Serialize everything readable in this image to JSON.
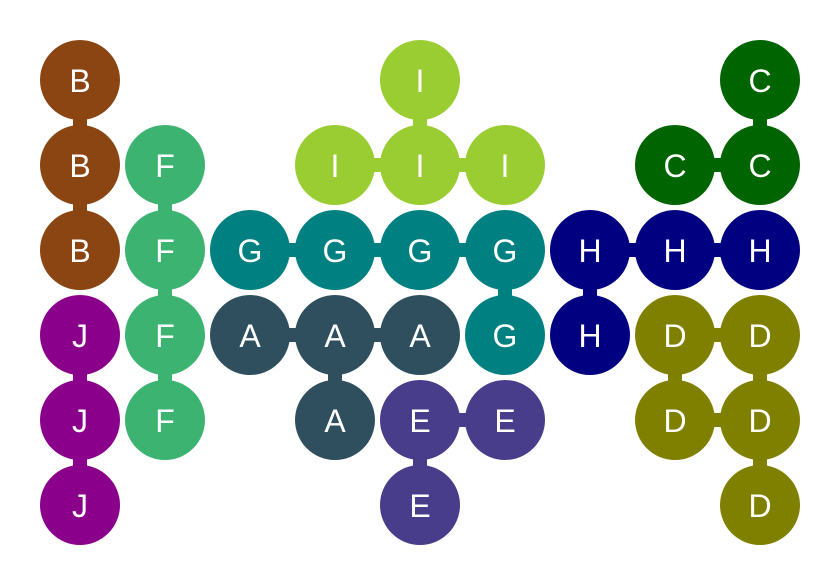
{
  "grid": {
    "columns": 9,
    "rows": 6
  },
  "pieces": [
    {
      "id": "B",
      "color": "#8B4513",
      "cells": [
        [
          0,
          0
        ],
        [
          0,
          1
        ],
        [
          0,
          2
        ]
      ],
      "links": [
        [
          0,
          1
        ],
        [
          1,
          2
        ]
      ]
    },
    {
      "id": "I",
      "color": "#9ACD32",
      "cells": [
        [
          4,
          0
        ],
        [
          3,
          1
        ],
        [
          4,
          1
        ],
        [
          5,
          1
        ]
      ],
      "links": [
        [
          0,
          2
        ],
        [
          1,
          2
        ],
        [
          2,
          3
        ]
      ]
    },
    {
      "id": "C",
      "color": "#006400",
      "cells": [
        [
          8,
          0
        ],
        [
          7,
          1
        ],
        [
          8,
          1
        ]
      ],
      "links": [
        [
          0,
          2
        ],
        [
          1,
          2
        ]
      ]
    },
    {
      "id": "F",
      "color": "#3CB371",
      "cells": [
        [
          1,
          1
        ],
        [
          1,
          2
        ],
        [
          1,
          3
        ],
        [
          1,
          4
        ]
      ],
      "links": [
        [
          0,
          1
        ],
        [
          1,
          2
        ],
        [
          2,
          3
        ]
      ]
    },
    {
      "id": "G",
      "color": "#008080",
      "cells": [
        [
          2,
          2
        ],
        [
          3,
          2
        ],
        [
          4,
          2
        ],
        [
          5,
          2
        ],
        [
          5,
          3
        ]
      ],
      "links": [
        [
          0,
          1
        ],
        [
          1,
          2
        ],
        [
          2,
          3
        ],
        [
          3,
          4
        ]
      ]
    },
    {
      "id": "H",
      "color": "#000080",
      "cells": [
        [
          6,
          2
        ],
        [
          7,
          2
        ],
        [
          8,
          2
        ],
        [
          6,
          3
        ]
      ],
      "links": [
        [
          0,
          1
        ],
        [
          1,
          2
        ],
        [
          0,
          3
        ]
      ]
    },
    {
      "id": "J",
      "color": "#8B008B",
      "cells": [
        [
          0,
          3
        ],
        [
          0,
          4
        ],
        [
          0,
          5
        ]
      ],
      "links": [
        [
          0,
          1
        ],
        [
          1,
          2
        ]
      ]
    },
    {
      "id": "A",
      "color": "#2F4F5F",
      "cells": [
        [
          2,
          3
        ],
        [
          3,
          3
        ],
        [
          4,
          3
        ],
        [
          3,
          4
        ]
      ],
      "links": [
        [
          0,
          1
        ],
        [
          1,
          2
        ],
        [
          1,
          3
        ]
      ]
    },
    {
      "id": "D",
      "color": "#808000",
      "cells": [
        [
          7,
          3
        ],
        [
          8,
          3
        ],
        [
          7,
          4
        ],
        [
          8,
          4
        ],
        [
          8,
          5
        ]
      ],
      "links": [
        [
          0,
          1
        ],
        [
          0,
          2
        ],
        [
          1,
          3
        ],
        [
          2,
          3
        ],
        [
          3,
          4
        ]
      ]
    },
    {
      "id": "E",
      "color": "#483D8B",
      "cells": [
        [
          4,
          4
        ],
        [
          5,
          4
        ],
        [
          4,
          5
        ]
      ],
      "links": [
        [
          0,
          1
        ],
        [
          0,
          2
        ]
      ]
    }
  ]
}
